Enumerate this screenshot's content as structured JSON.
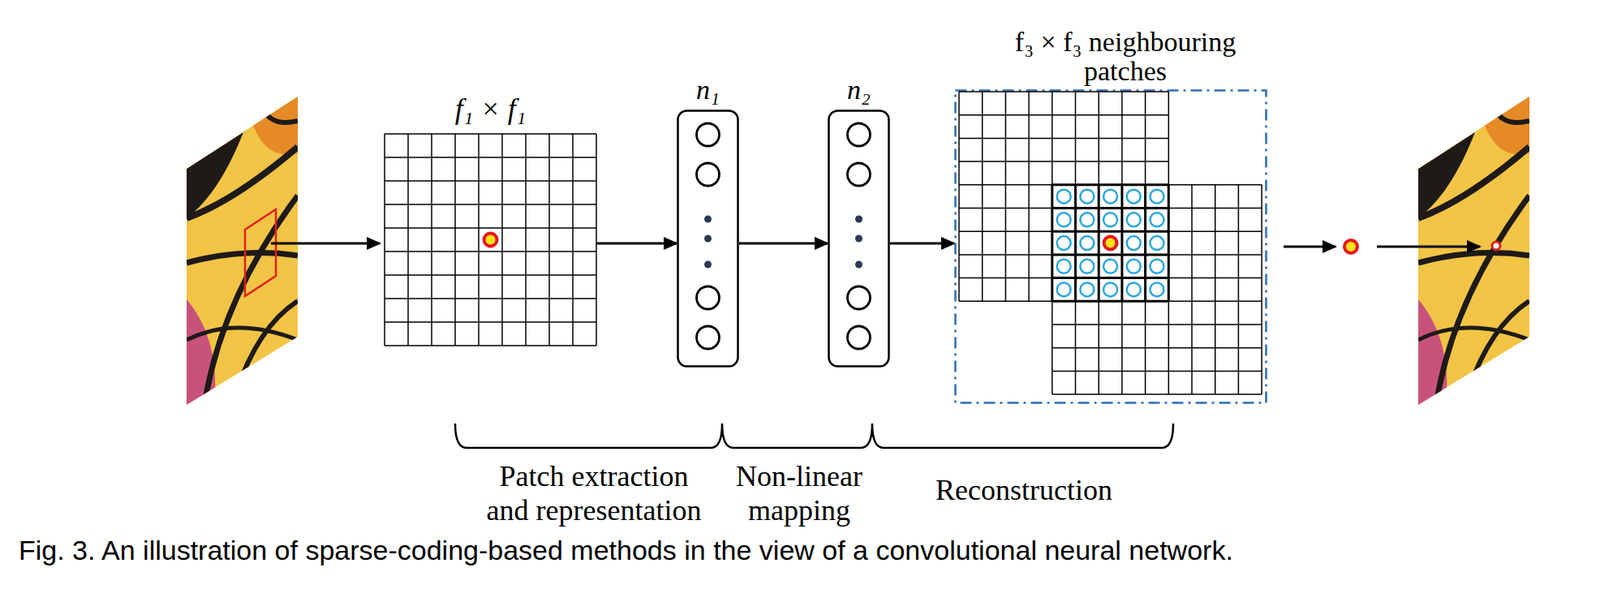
{
  "diagram": {
    "caption": "Fig. 3. An illustration of sparse-coding-based methods in the view of a convolutional neural network.",
    "nodes": [
      {
        "text": [
          "f₁ × f₁"
        ]
      },
      {
        "text": [
          "n₁"
        ]
      },
      {
        "text": [
          "n₂"
        ]
      },
      {
        "text": [
          "f₃ × f₃ neighbouring patches"
        ]
      }
    ],
    "edges": [
      {
        "from": 0,
        "to": 1,
        "arrow": "to"
      },
      {
        "from": 1,
        "to": 2,
        "arrow": "to"
      },
      {
        "from": 2,
        "to": 3,
        "arrow": "to"
      }
    ],
    "labels": [
      "Patch extraction and representation",
      "Non-linear mapping",
      "Reconstruction"
    ]
  }
}
